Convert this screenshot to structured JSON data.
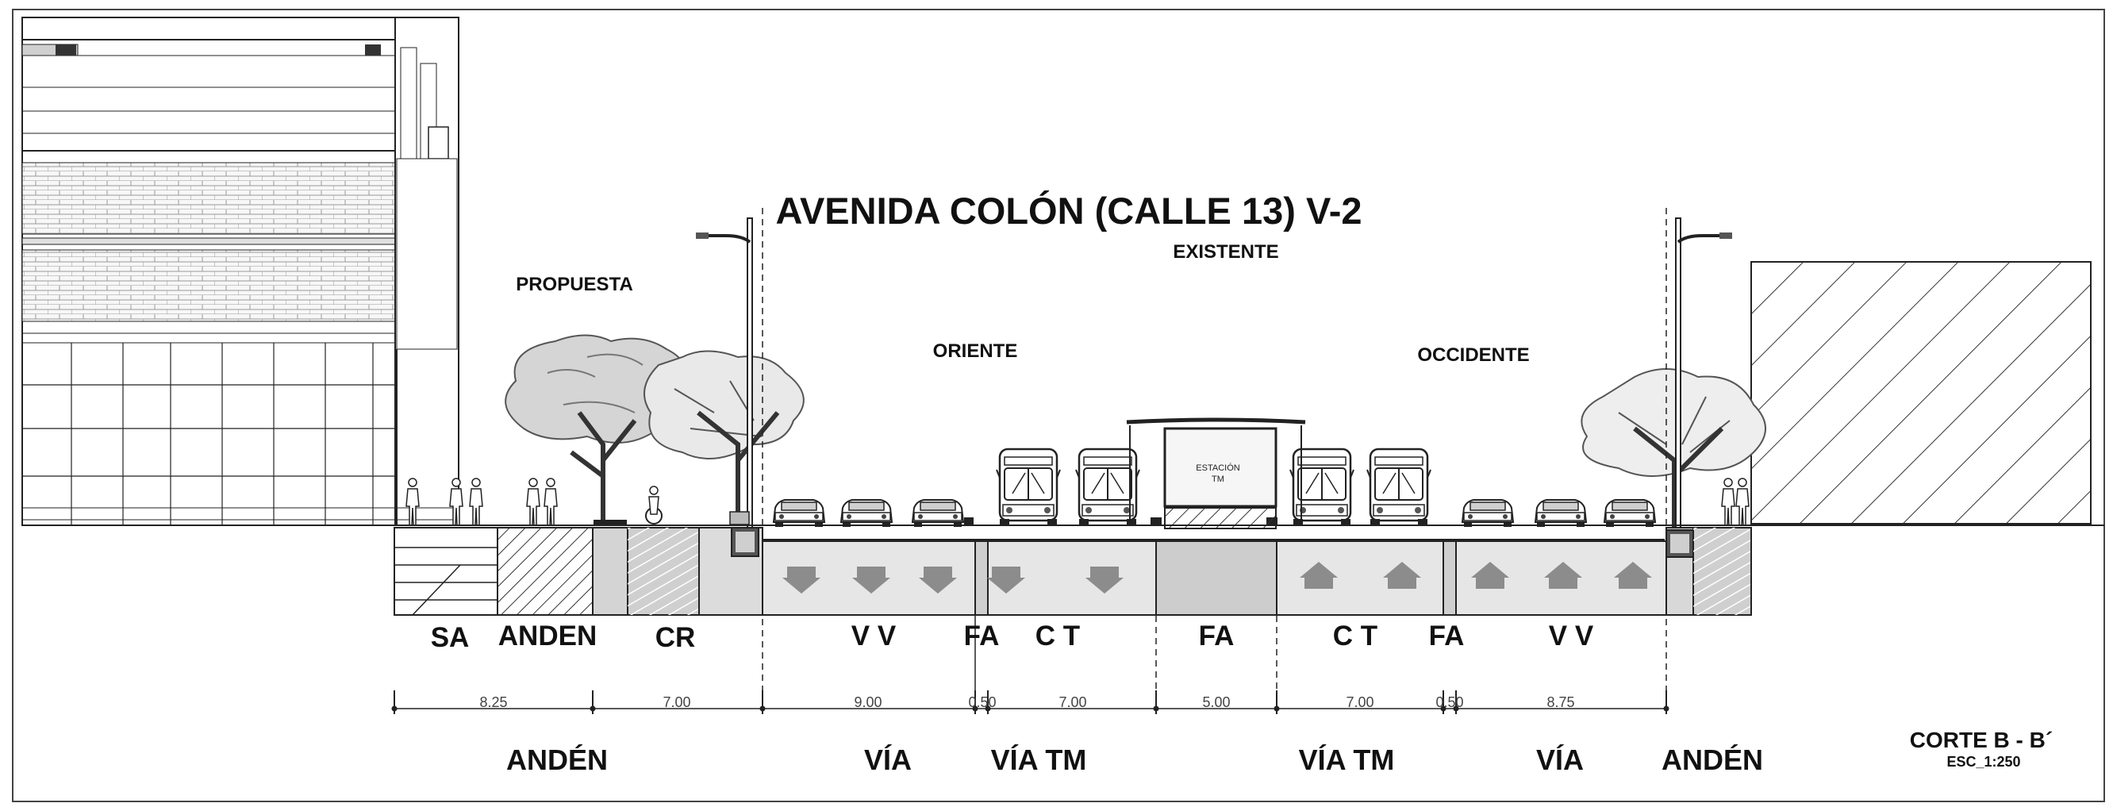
{
  "title": "AVENIDA COLÓN (CALLE 13)  V-2",
  "labels": {
    "existente": "EXISTENTE",
    "propuesta": "PROPUESTA",
    "oriente": "ORIENTE",
    "occidente": "OCCIDENTE",
    "estacion_line1": "ESTACIÓN",
    "estacion_line2": "TM"
  },
  "segment_codes": {
    "sa": "SA",
    "anden": "ANDEN",
    "cr": "CR",
    "vv_left": "V V",
    "fa_left": "FA",
    "ct_left": "C T",
    "fa_center": "FA",
    "ct_right": "C T",
    "fa_right": "FA",
    "vv_right": "V V"
  },
  "dimensions": {
    "d1": "8.25",
    "d2": "7.00",
    "d3": "9.00",
    "d4": "0.50",
    "d5": "7.00",
    "d6": "5.00",
    "d7": "7.00",
    "d8": "0.50",
    "d9": "8.75"
  },
  "zones": {
    "anden_left": "ANDÉN",
    "via_left": "VÍA",
    "viatm_left": "VÍA TM",
    "viatm_right": "VÍA TM",
    "via_right": "VÍA",
    "anden_right": "ANDÉN"
  },
  "section": {
    "name": "CORTE B - B´",
    "scale": "ESC_1:250"
  },
  "colors": {
    "ink": "#1a1a1a",
    "lane_fill": "#e6e6e6",
    "median_fill": "#cfcfcf",
    "arrow_fill": "#8c8c8c",
    "tree_fill": "#d9d9d9"
  }
}
